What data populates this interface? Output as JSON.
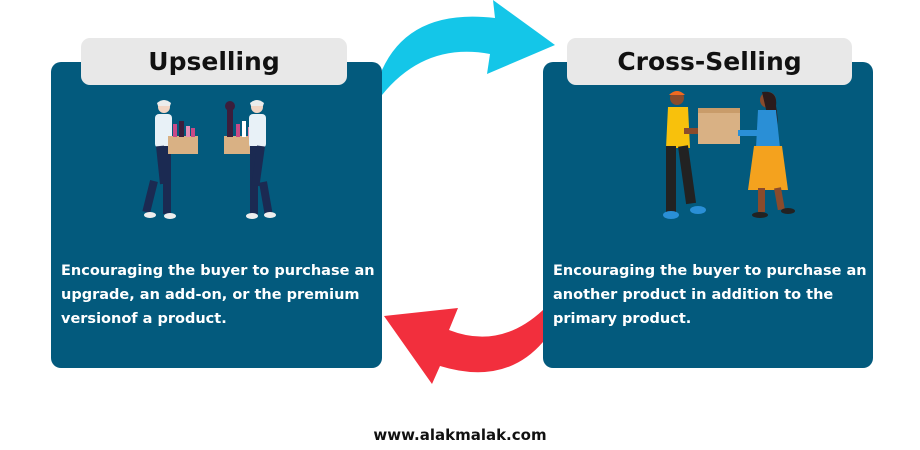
{
  "upselling": {
    "title": "Upselling",
    "description": "Encouraging the buyer to purchase an upgrade, an add-on, or the premium versionof a product."
  },
  "cross_selling": {
    "title": "Cross-Selling",
    "description": "Encouraging the buyer to purchase an another product in addition to the primary product."
  },
  "arrows": {
    "top": {
      "icon": "curved-arrow-right-icon",
      "color": "#14c6e8"
    },
    "bottom": {
      "icon": "curved-arrow-left-icon",
      "color": "#f22f3d"
    }
  },
  "footer": {
    "url": "www.alakmalak.com"
  },
  "colors": {
    "card": "#035a7d",
    "tab": "#e8e8e8"
  }
}
